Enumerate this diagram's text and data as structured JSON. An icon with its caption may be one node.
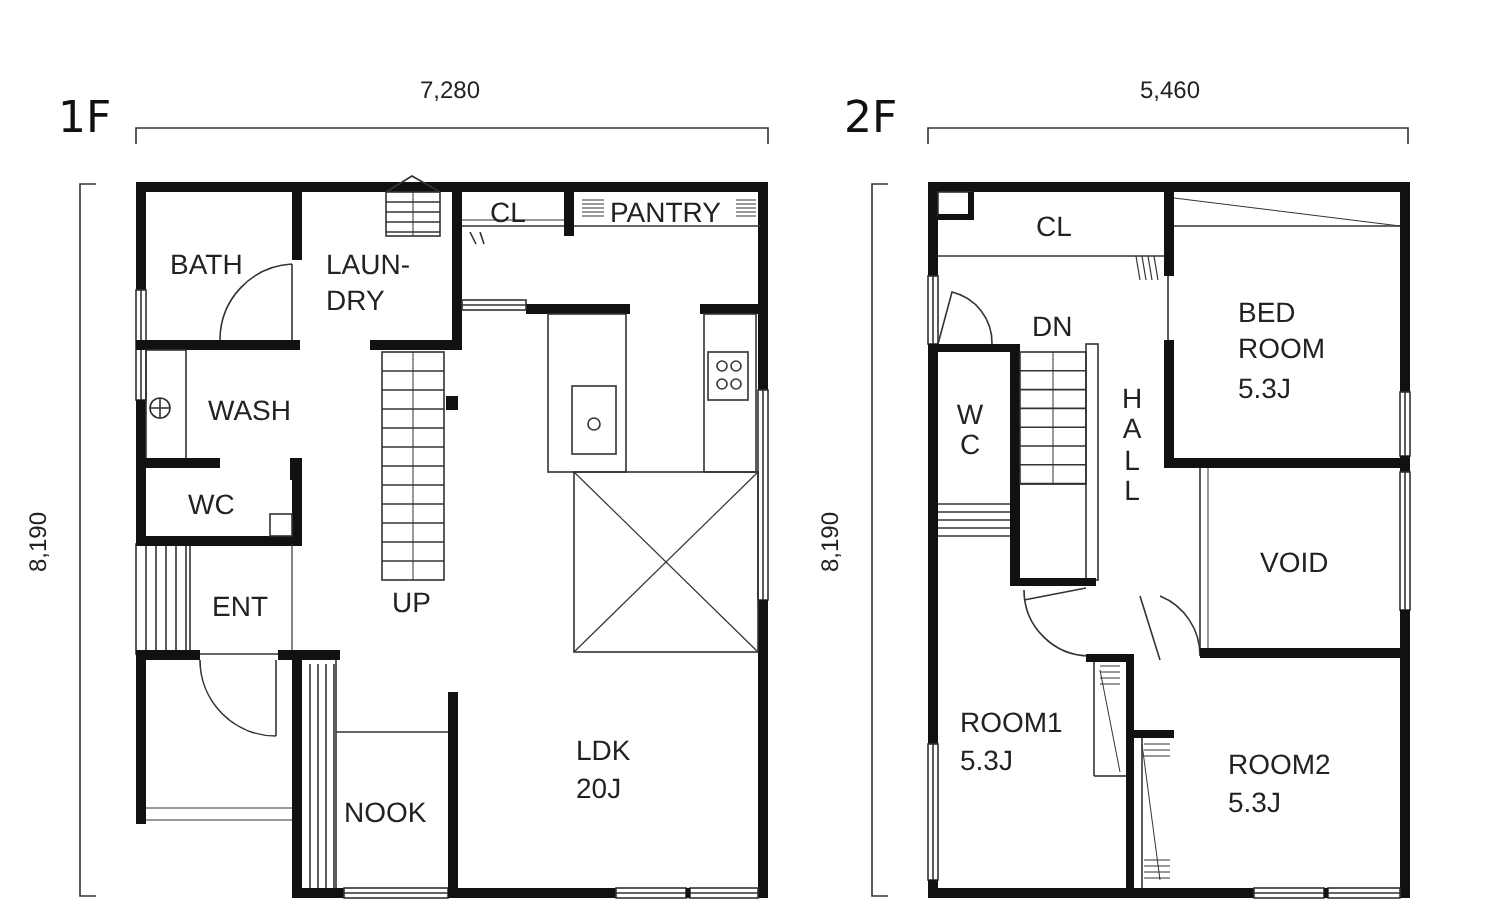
{
  "diagram": {
    "labels": [
      "1F",
      "7,280",
      "8,190",
      "2F",
      "5,460",
      "8,190",
      "CL",
      "PANTRY",
      "BATH",
      "LAUN- DRY",
      "WASH",
      "WC",
      "UP",
      "ENT",
      "LDK",
      "20J",
      "NOOK",
      "CL",
      "DN",
      "BED ROOM",
      "5.3J",
      "WC",
      "HALL",
      "VOID",
      "ROOM1",
      "5.3J",
      "ROOM2",
      "5.3J"
    ]
  }
}
